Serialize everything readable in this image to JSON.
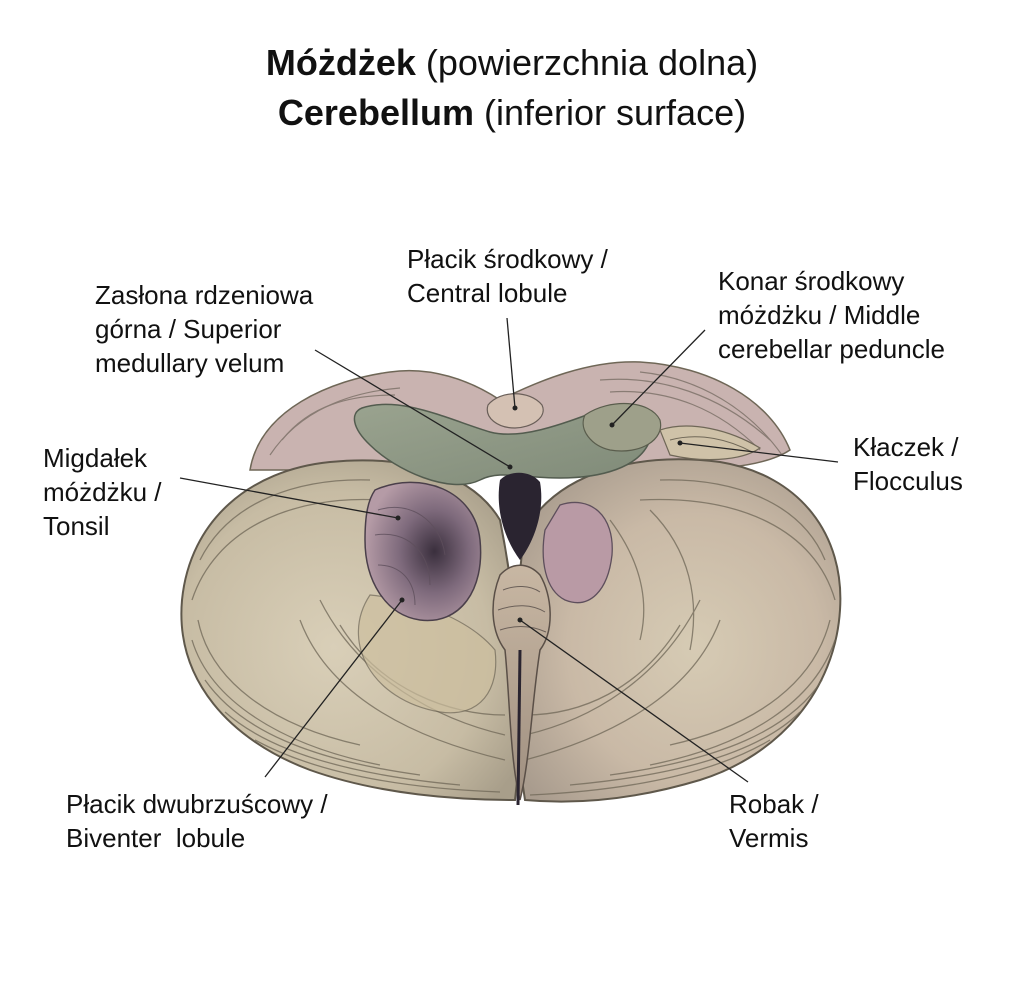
{
  "title": {
    "line1_bold": "Móżdżek",
    "line1_rest": "(powierzchnia dolna)",
    "line2_bold": "Cerebellum",
    "line2_rest": "(inferior surface)"
  },
  "labels": {
    "central_lobule": [
      "Płacik środkowy /",
      "Central lobule"
    ],
    "superior_medullary_velum": [
      "Zasłona rdzeniowa",
      "górna / Superior",
      "medullary velum"
    ],
    "middle_cerebellar_peduncle": [
      "Konar środkowy",
      "móżdżku / Middle",
      "cerebellar peduncle"
    ],
    "tonsil": [
      "Migdałek",
      "móżdżku /",
      "Tonsil"
    ],
    "flocculus": [
      "Kłaczek /",
      "Flocculus"
    ],
    "biventer_lobule": [
      "Płacik dwubrzuścowy /",
      "Biventer  lobule"
    ],
    "vermis": [
      "Robak /",
      "Vermis"
    ]
  },
  "colors": {
    "surface": "#cfc3a8",
    "surface_shade": "#a99f8c",
    "folia_line": "#6f6757",
    "pinkish": "#c6a4ae",
    "velum": "#8e9a86",
    "dark": "#2a2430",
    "leader": "#222222"
  }
}
